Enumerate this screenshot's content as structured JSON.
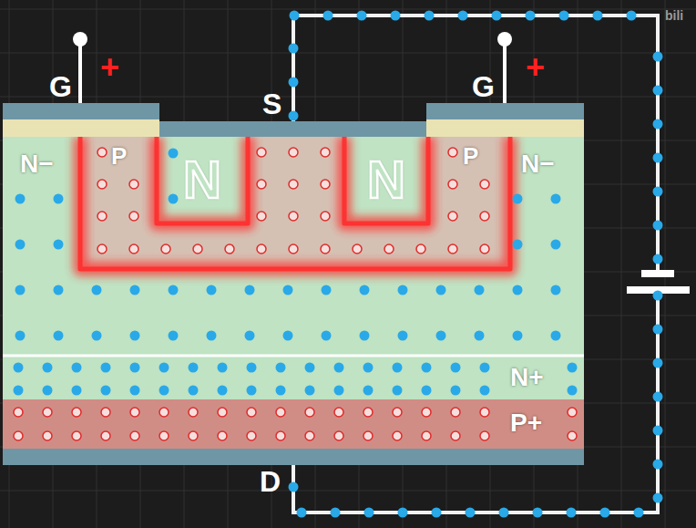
{
  "diagram": {
    "nodes": [
      {
        "text": [
          "N−",
          "N−"
        ]
      },
      {
        "text": [
          "P",
          "P"
        ],
        "in": 0
      },
      {
        "text": [
          "N"
        ],
        "in": 1
      },
      {
        "text": [
          "N"
        ],
        "in": 1
      },
      {
        "text": [
          "N+"
        ]
      },
      {
        "text": [
          "P+"
        ]
      }
    ],
    "labels": [
      "G",
      "+",
      "S",
      "G",
      "+",
      "D",
      "bili"
    ]
  }
}
